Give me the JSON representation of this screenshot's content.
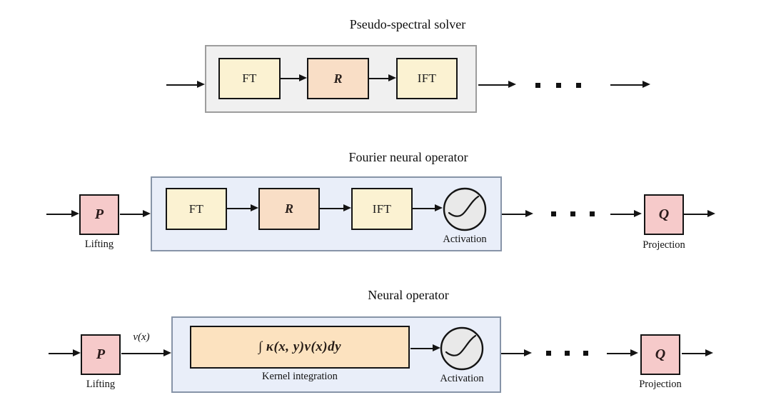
{
  "figure": {
    "colors": {
      "box_cream": "#fbf2d2",
      "box_peach": "#f9dec6",
      "box_orange": "#fce2bf",
      "box_pink": "#f6caca",
      "gray_fill": "#f0f0f0",
      "gray_border": "#9d9d9d",
      "blue_fill": "#e9eef9",
      "blue_border": "#8794a8",
      "circle_fill": "#e9e9e9",
      "ink": "#141414"
    },
    "rows": {
      "pseudo": {
        "title": "Pseudo-spectral solver",
        "blocks": {
          "ft": "FT",
          "r": "R",
          "ift": "IFT"
        }
      },
      "fno": {
        "title": "Fourier neural operator",
        "lifting": {
          "symbol": "P",
          "label": "Lifting"
        },
        "blocks": {
          "ft": "FT",
          "r": "R",
          "ift": "IFT"
        },
        "activation_label": "Activation",
        "projection": {
          "symbol": "Q",
          "label": "Projection"
        }
      },
      "neural": {
        "title": "Neural operator",
        "lifting": {
          "symbol": "P",
          "label": "Lifting"
        },
        "input_annotation": "v(x)",
        "kernel": {
          "formula": "∫ κ(x, y)v(x)dy",
          "label": "Kernel integration"
        },
        "activation_label": "Activation",
        "projection": {
          "symbol": "Q",
          "label": "Projection"
        }
      }
    }
  }
}
